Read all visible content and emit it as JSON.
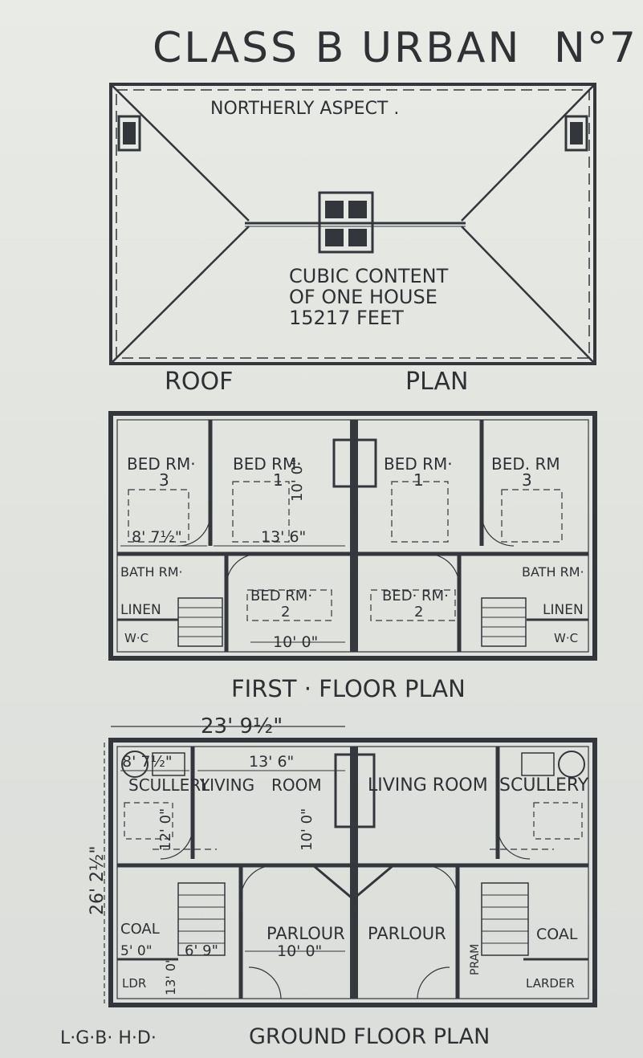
{
  "title": {
    "class_label": "CLASS B",
    "type_label": "URBAN",
    "number_label": "N°7"
  },
  "roof": {
    "aspect_label": "NORTHERLY ASPECT .",
    "cubic_line1": "CUBIC  CONTENT",
    "cubic_line2": "OF  ONE  HOUSE",
    "cubic_line3": "15217  FEET",
    "caption_left": "ROOF",
    "caption_right": "PLAN"
  },
  "first_floor": {
    "rooms": {
      "bed3_left": "BED RM·",
      "bed3_left_num": "3",
      "bed1_left": "BED  RM·",
      "bed1_left_num": "1",
      "bed1_right": "BED  RM·",
      "bed1_right_num": "1",
      "bed3_right": "BED. RM",
      "bed3_right_num": "3",
      "bath_left": "BATH RM·",
      "bath_right": "BATH RM·",
      "linen_left": "LINEN",
      "linen_right": "LINEN",
      "wc_left": "W·C",
      "wc_right": "W·C",
      "bed2_left": "BED  RM·",
      "bed2_left_num": "2",
      "bed2_right": "BED· RM·",
      "bed2_right_num": "2"
    },
    "dims": {
      "d_8_7half": "8' 7½\"",
      "d_13_6": "13' 6\"",
      "d_10_0_vert": "10' 0\"",
      "d_10_0": "10' 0\""
    },
    "caption": "FIRST · FLOOR  PLAN"
  },
  "ground_floor": {
    "overall_width": "23' 9½\"",
    "overall_depth": "26' 2½\"",
    "rooms": {
      "scullery_left": "SCULLERY",
      "living_left": "LIVING",
      "room_left": "ROOM",
      "living_right": "LIVING  ROOM",
      "scullery_right": "SCULLERY",
      "parlour_left": "PARLOUR",
      "parlour_right": "PARLOUR",
      "coal_left": "COAL",
      "coal_right": "COAL",
      "larder_left": "LDR",
      "larder_right": "LARDER",
      "pram": "PRAM"
    },
    "dims": {
      "d_8_7half": "8' 7½\"",
      "d_13_6": "13' 6\"",
      "d_12_0": "12' 0\"",
      "d_10_0_vert": "10' 0\"",
      "d_13_0": "13' 0\"",
      "d_5_0": "5' 0\"",
      "d_6_9": "6' 9\"",
      "d_10_0": "10' 0\""
    },
    "caption": "GROUND  FLOOR  PLAN",
    "signature": "L·G·B· H·D·"
  },
  "colors": {
    "paper": "#e4e6e2",
    "ink": "#33363a"
  }
}
